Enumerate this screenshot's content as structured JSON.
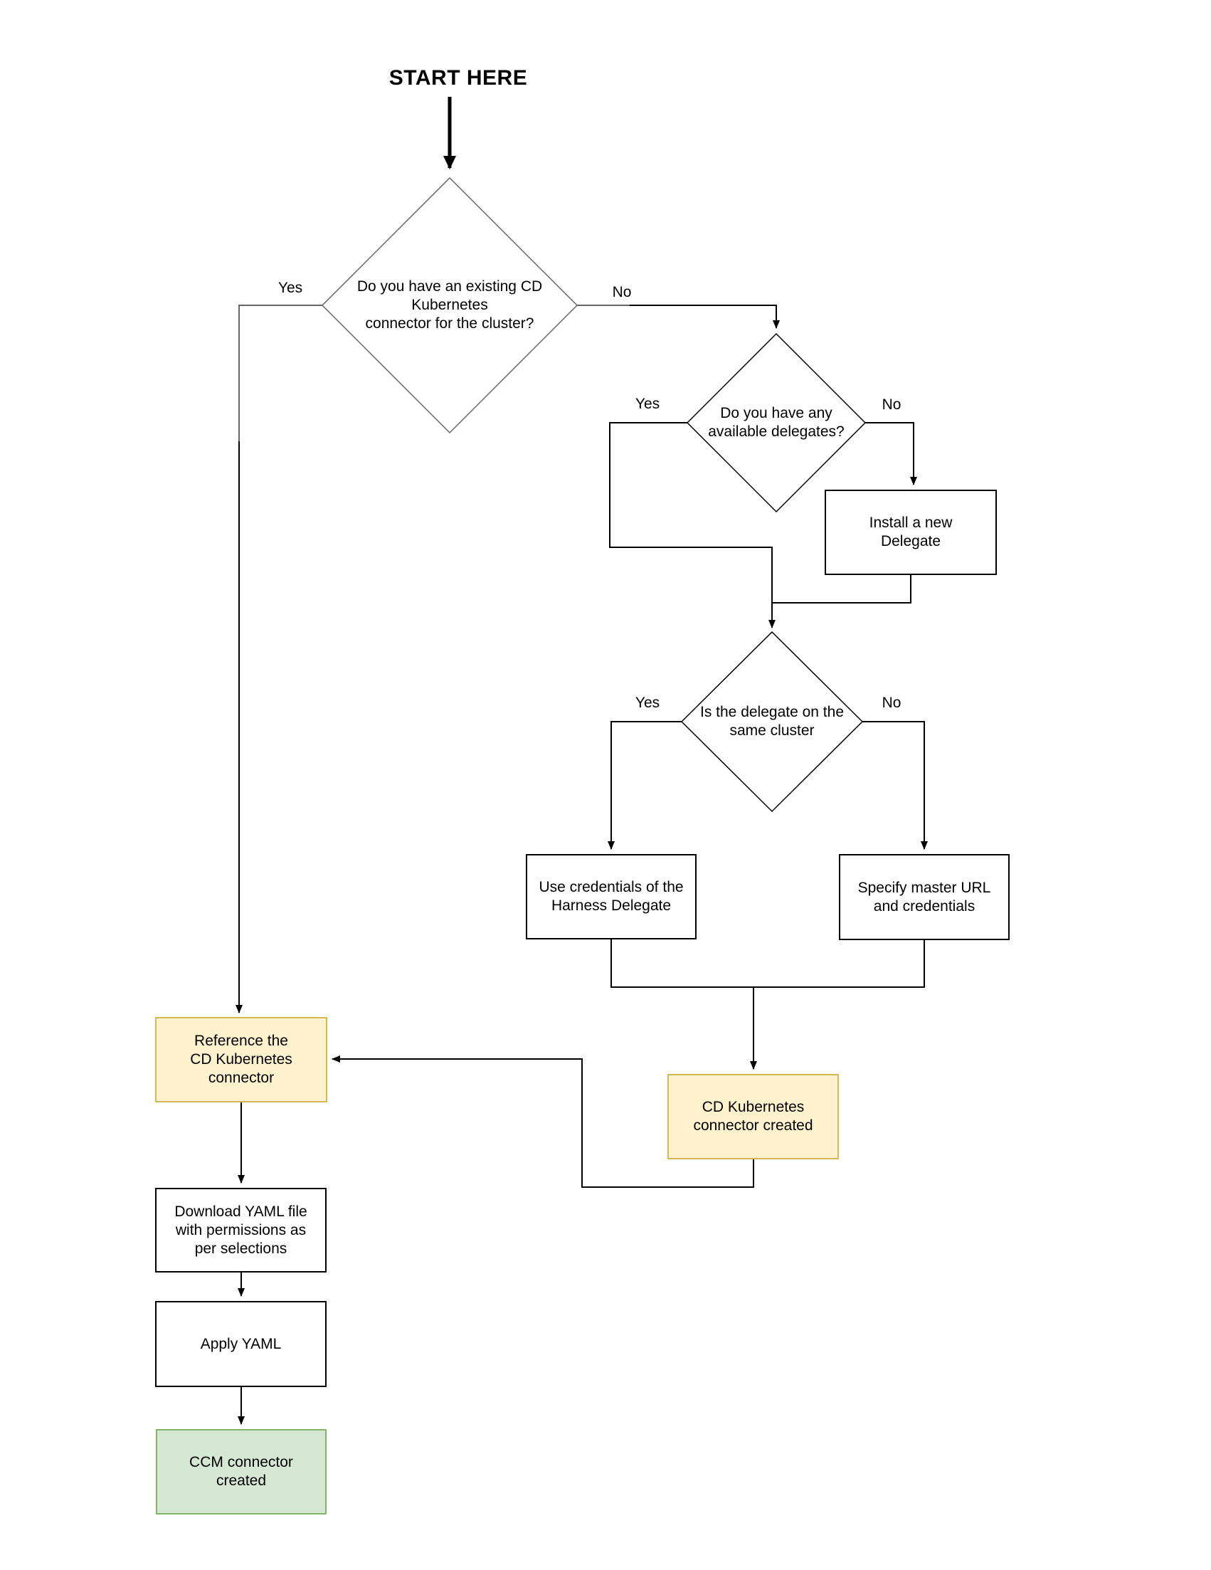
{
  "title": "START HERE",
  "edge_labels": {
    "d1_yes": "Yes",
    "d1_no": "No",
    "d2_yes": "Yes",
    "d2_no": "No",
    "d3_yes": "Yes",
    "d3_no": "No"
  },
  "nodes": {
    "decision_existing_connector": "Do you have an existing CD\nKubernetes\nconnector for the cluster?",
    "decision_available_delegates": "Do you have any\navailable delegates?",
    "decision_delegate_same_cluster": "Is the delegate on the\nsame cluster",
    "install_new_delegate": "Install a new\nDelegate",
    "use_delegate_credentials": "Use credentials of the\nHarness Delegate",
    "specify_master_url": "Specify master URL\nand credentials",
    "cd_connector_created": "CD Kubernetes\nconnector created",
    "reference_cd_connector": "Reference the\nCD Kubernetes\nconnector",
    "download_yaml": "Download YAML file\nwith permissions as\nper selections",
    "apply_yaml": "Apply YAML",
    "ccm_connector_created": "CCM connector\ncreated"
  },
  "colors": {
    "highlight_fill": "#FFF2CC",
    "highlight_border": "#D6B656",
    "success_fill": "#D5E8D4",
    "success_border": "#82B366",
    "decision_stroke": "#666666",
    "connector": "#000000"
  }
}
